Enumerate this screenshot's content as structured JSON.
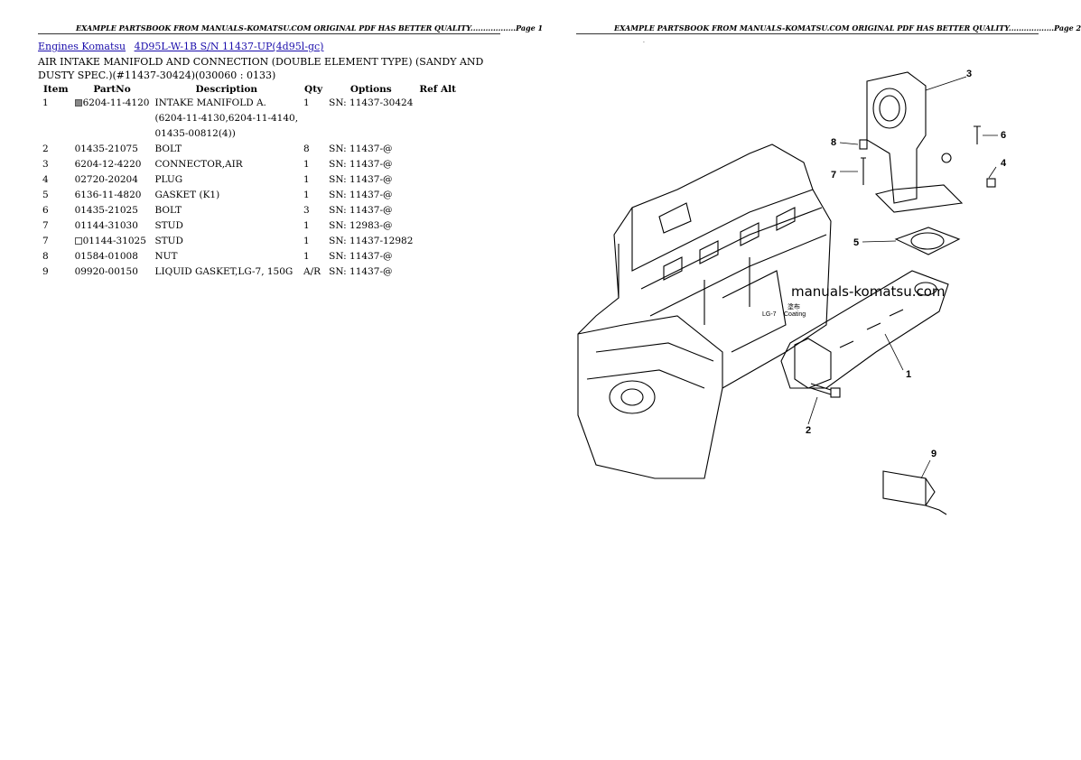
{
  "header": {
    "page1": "EXAMPLE PARTSBOOK FROM MANUALS-KOMATSU.COM ORIGINAL PDF HAS BETTER QUALITY..................Page 1",
    "page2": "EXAMPLE PARTSBOOK FROM MANUALS-KOMATSU.COM ORIGINAL PDF HAS BETTER QUALITY..................Page 2"
  },
  "breadcrumb": {
    "link1": "Engines Komatsu",
    "link2": "4D95L-W-1B S/N 11437-UP(4d95l-gc)"
  },
  "section_title": "AIR INTAKE MANIFOLD AND CONNECTION (DOUBLE ELEMENT TYPE) (SANDY AND DUSTY SPEC.)(#11437-30424)(030060 : 0133)",
  "table": {
    "headers": [
      "Item",
      "PartNo",
      "Description",
      "Qty",
      "Options",
      "Ref Alt"
    ],
    "rows": [
      {
        "item": "1",
        "mark": "filled",
        "part": "6204-11-4120",
        "desc": [
          "INTAKE MANIFOLD A.",
          "(6204-11-4130,6204-11-4140,",
          "01435-00812(4))"
        ],
        "qty": "1",
        "options": "SN: 11437-30424",
        "ref": ""
      },
      {
        "item": "2",
        "mark": "",
        "part": "01435-21075",
        "desc": [
          "BOLT"
        ],
        "qty": "8",
        "options": "SN: 11437-@",
        "ref": ""
      },
      {
        "item": "3",
        "mark": "",
        "part": "6204-12-4220",
        "desc": [
          "CONNECTOR,AIR"
        ],
        "qty": "1",
        "options": "SN: 11437-@",
        "ref": ""
      },
      {
        "item": "4",
        "mark": "",
        "part": "02720-20204",
        "desc": [
          "PLUG"
        ],
        "qty": "1",
        "options": "SN: 11437-@",
        "ref": ""
      },
      {
        "item": "5",
        "mark": "",
        "part": "6136-11-4820",
        "desc": [
          "GASKET (K1)"
        ],
        "qty": "1",
        "options": "SN: 11437-@",
        "ref": ""
      },
      {
        "item": "6",
        "mark": "",
        "part": "01435-21025",
        "desc": [
          "BOLT"
        ],
        "qty": "3",
        "options": "SN: 11437-@",
        "ref": ""
      },
      {
        "item": "7",
        "mark": "",
        "part": "01144-31030",
        "desc": [
          "STUD"
        ],
        "qty": "1",
        "options": "SN: 12983-@",
        "ref": ""
      },
      {
        "item": "7",
        "mark": "empty",
        "part": "01144-31025",
        "desc": [
          "STUD"
        ],
        "qty": "1",
        "options": "SN: 11437-12982",
        "ref": ""
      },
      {
        "item": "8",
        "mark": "",
        "part": "01584-01008",
        "desc": [
          "NUT"
        ],
        "qty": "1",
        "options": "SN: 11437-@",
        "ref": ""
      },
      {
        "item": "9",
        "mark": "",
        "part": "09920-00150",
        "desc": [
          "LIQUID GASKET,LG-7, 150G"
        ],
        "qty": "A/R",
        "options": "SN: 11437-@",
        "ref": ""
      }
    ]
  },
  "diagram": {
    "callouts": [
      "1",
      "2",
      "3",
      "4",
      "5",
      "6",
      "7",
      "8",
      "9"
    ],
    "label_lg7": "LG-7",
    "label_jp": "塗布",
    "label_coating": "Coating",
    "watermark": "manuals-komatsu.com"
  }
}
